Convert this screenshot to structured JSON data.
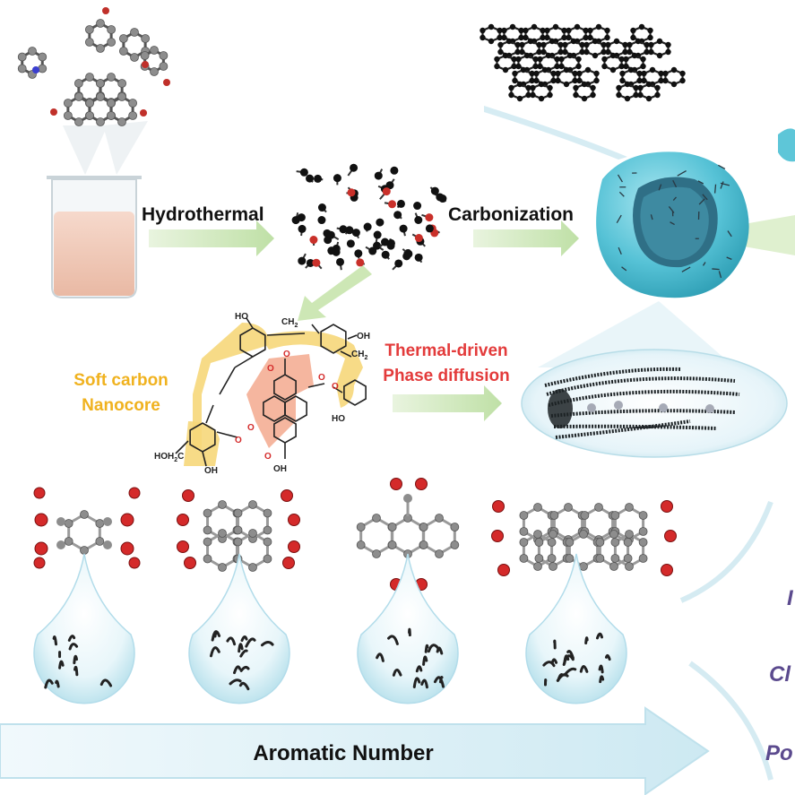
{
  "labels": {
    "hydrothermal": "Hydrothermal",
    "carbonization": "Carbonization",
    "soft_carbon_line1": "Soft carbon",
    "soft_carbon_line2": "Nanocore",
    "thermal_line1": "Thermal-driven",
    "thermal_line2": "Phase diffusion",
    "aromatic_number": "Aromatic Number"
  },
  "chem_labels": {
    "oh_1": "HO",
    "ch2_1": "CH",
    "ch2_1_sub": "2",
    "oh_2": "OH",
    "ch2_2": "CH",
    "ch2_2_sub": "2",
    "oh_3": "HO",
    "hoh2c": "HOH",
    "hoh2c_sub": "2",
    "hoh2c_c": "C",
    "oh_4": "OH",
    "oh_5": "OH",
    "o_1": "O",
    "o_2": "O",
    "o_3": "O",
    "o_4": "O",
    "o_5": "O",
    "o_6": "O",
    "o_7": "O"
  },
  "right_edge_labels": [
    "I",
    "Cl",
    "Po"
  ],
  "colors": {
    "arrow_green": "#c9e4b4",
    "shell_cyan": "#5ec6d8",
    "aromatic_arrow": "#d3ecf3",
    "soft_carbon_text": "#f0b21f",
    "thermal_text": "#e33b3b",
    "yellow_highlight": "#f6d77a",
    "orange_highlight": "#f3a98e",
    "carbon_grey": "#8a8a8a",
    "oxygen_red": "#d42a2a",
    "purple_text": "#5b4a8e"
  }
}
